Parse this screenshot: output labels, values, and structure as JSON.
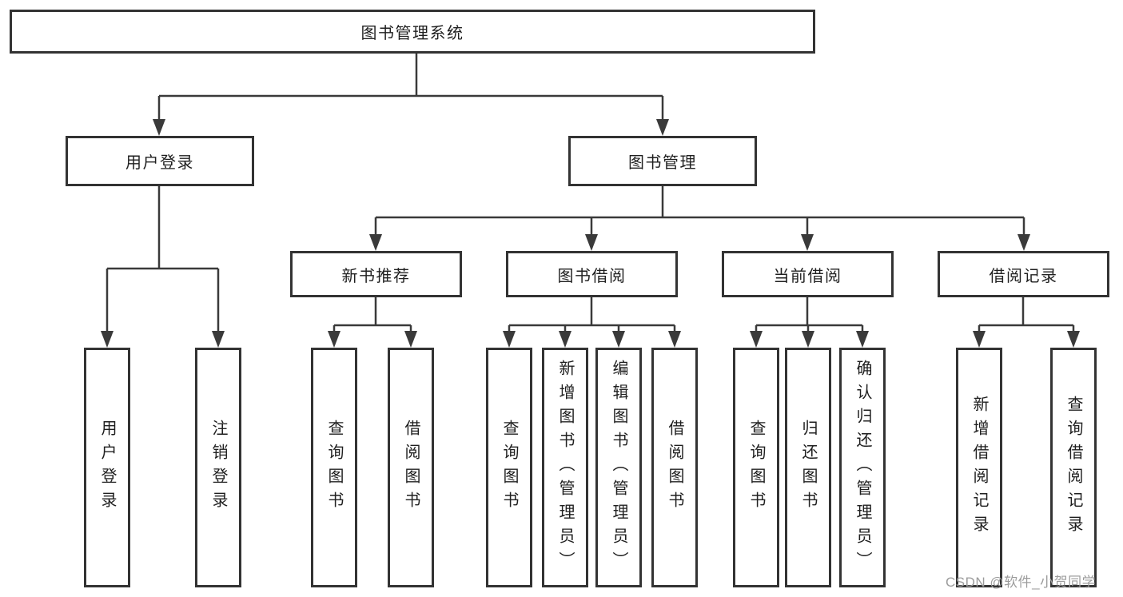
{
  "page": {
    "background": "#ffffff",
    "colors": {
      "line": "#3a3a3a",
      "box_border": "#333333",
      "text": "#1f1f1f",
      "watermark": "#9c9c9c"
    }
  },
  "diagram": {
    "root": {
      "label": "图书管理系统"
    },
    "user_login": {
      "label": "用户登录",
      "children": {
        "login": {
          "label": "用户登录"
        },
        "logout": {
          "label": "注销登录"
        }
      }
    },
    "book_mgmt": {
      "label": "图书管理",
      "new_book_rec": {
        "label": "新书推荐",
        "children": {
          "query_books": {
            "label": "查询图书"
          },
          "borrow_books": {
            "label": "借阅图书"
          }
        }
      },
      "book_borrow": {
        "label": "图书借阅",
        "children": {
          "query_books": {
            "label": "查询图书"
          },
          "add_books": {
            "label": "新增图书（管理员）"
          },
          "edit_books": {
            "label": "编辑图书（管理员）"
          },
          "borrow_books": {
            "label": "借阅图书"
          }
        }
      },
      "current_borrow": {
        "label": "当前借阅",
        "children": {
          "query_books": {
            "label": "查询图书"
          },
          "return_books": {
            "label": "归还图书"
          },
          "confirm_return": {
            "label": "确认归还（管理员）"
          }
        }
      },
      "borrow_records": {
        "label": "借阅记录",
        "children": {
          "add_record": {
            "label": "新增借阅记录"
          },
          "query_record": {
            "label": "查询借阅记录"
          }
        }
      }
    }
  },
  "watermark": {
    "text": "CSDN @软件_小贺同学"
  }
}
